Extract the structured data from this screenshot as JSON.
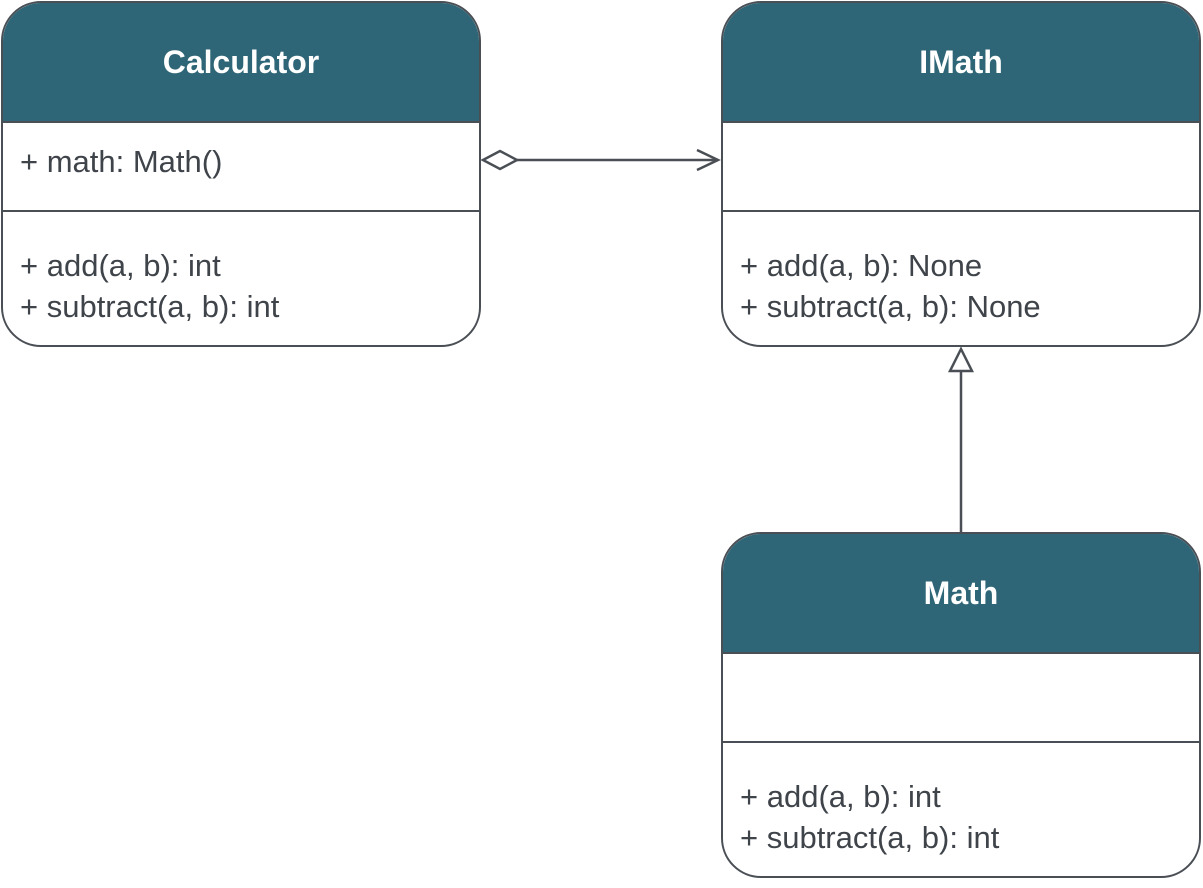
{
  "diagram": {
    "classes": {
      "calculator": {
        "name": "Calculator",
        "attributes": [
          "+ math: Math()"
        ],
        "methods": [
          "+ add(a, b): int",
          "+ subtract(a, b): int"
        ]
      },
      "imath": {
        "name": "IMath",
        "attributes": [],
        "methods": [
          "+ add(a, b): None",
          "+ subtract(a, b): None"
        ]
      },
      "math": {
        "name": "Math",
        "attributes": [],
        "methods": [
          "+ add(a, b): int",
          "+ subtract(a, b): int"
        ]
      }
    },
    "relations": [
      {
        "type": "aggregation",
        "from": "Calculator",
        "to": "IMath"
      },
      {
        "type": "realization",
        "from": "Math",
        "to": "IMath"
      }
    ]
  },
  "colors": {
    "header_fill": "#2f6677",
    "header_text": "#ffffff",
    "border": "#4a4f55",
    "body_text": "#3f444a",
    "background": "#ffffff"
  }
}
